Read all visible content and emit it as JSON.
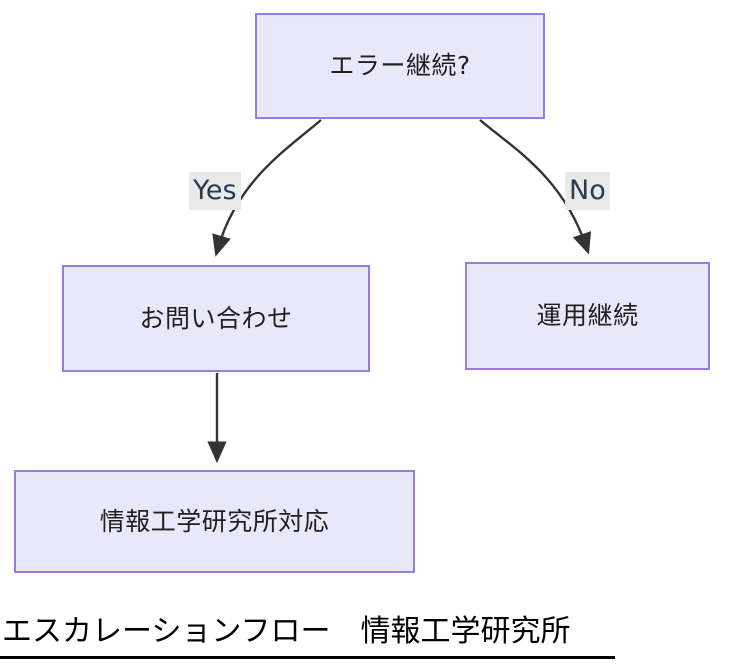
{
  "diagram": {
    "type": "flowchart",
    "nodes": [
      {
        "id": "decision",
        "label": "エラー継続?",
        "shape": "rectangle"
      },
      {
        "id": "inquiry",
        "label": "お問い合わせ",
        "shape": "rectangle"
      },
      {
        "id": "continue_ops",
        "label": "運用継続",
        "shape": "rectangle"
      },
      {
        "id": "lab_response",
        "label": "情報工学研究所対応",
        "shape": "rectangle"
      }
    ],
    "edges": [
      {
        "from": "decision",
        "to": "inquiry",
        "label": "Yes"
      },
      {
        "from": "decision",
        "to": "continue_ops",
        "label": "No"
      },
      {
        "from": "inquiry",
        "to": "lab_response",
        "label": ""
      }
    ],
    "colors": {
      "node_fill": "#e9e8fb",
      "node_border": "#9d7ae0",
      "node_text": "#1f1f1f",
      "edge_stroke": "#333333",
      "edge_label_bg": "#e9e9e9",
      "edge_label_text": "#2b3a52",
      "caption_text": "#000000",
      "background": "#ffffff"
    }
  },
  "caption": {
    "text": "エスカレーションフロー　情報工学研究所"
  }
}
